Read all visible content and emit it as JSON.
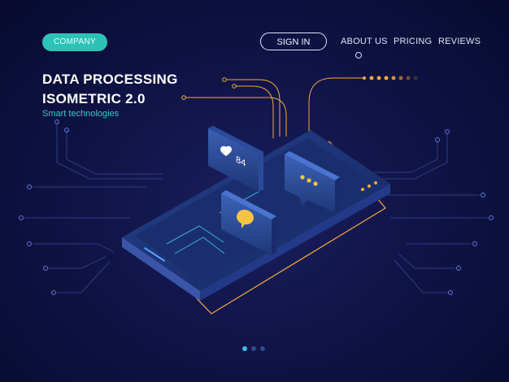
{
  "header": {
    "logo_label": "COMPANY",
    "signin_label": "SIGN IN",
    "nav": [
      "ABOUT US",
      "PRICING",
      "REVIEWS"
    ]
  },
  "hero": {
    "title_line1": "DATA PROCESSING",
    "title_line2": "ISOMETRIC 2.0",
    "subtitle": "Smart technologies"
  },
  "phone": {
    "like_count": "84",
    "cards": [
      "heart-icon",
      "typing-dots-icon",
      "chat-bubble-icon"
    ]
  },
  "pagination": {
    "pages": 3,
    "active": 1
  },
  "colors": {
    "background": "#0d1142",
    "accent_teal": "#2cc3b6",
    "accent_orange": "#f2a93b",
    "accent_yellow": "#f5c542",
    "phone_body": "#1d2d6e"
  }
}
